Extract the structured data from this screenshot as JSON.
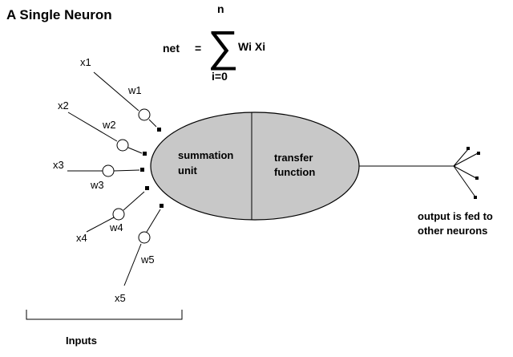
{
  "title": "A Single Neuron",
  "equation": {
    "lhs": "net",
    "equals": "=",
    "sigma": "∑",
    "upper": "n",
    "lower": "i=0",
    "term": "Wi Xi"
  },
  "inputs": [
    {
      "x": "x1",
      "w": "w1"
    },
    {
      "x": "x2",
      "w": "w2"
    },
    {
      "x": "x3",
      "w": "w3"
    },
    {
      "x": "x4",
      "w": "w4"
    },
    {
      "x": "x5",
      "w": "w5"
    }
  ],
  "neuron": {
    "left_line1": "summation",
    "left_line2": "unit",
    "right_line1": "transfer",
    "right_line2": "function",
    "fill_color": "#c8c8c8"
  },
  "output": {
    "line1": "output is fed to",
    "line2": "other neurons"
  },
  "inputs_label": "Inputs"
}
